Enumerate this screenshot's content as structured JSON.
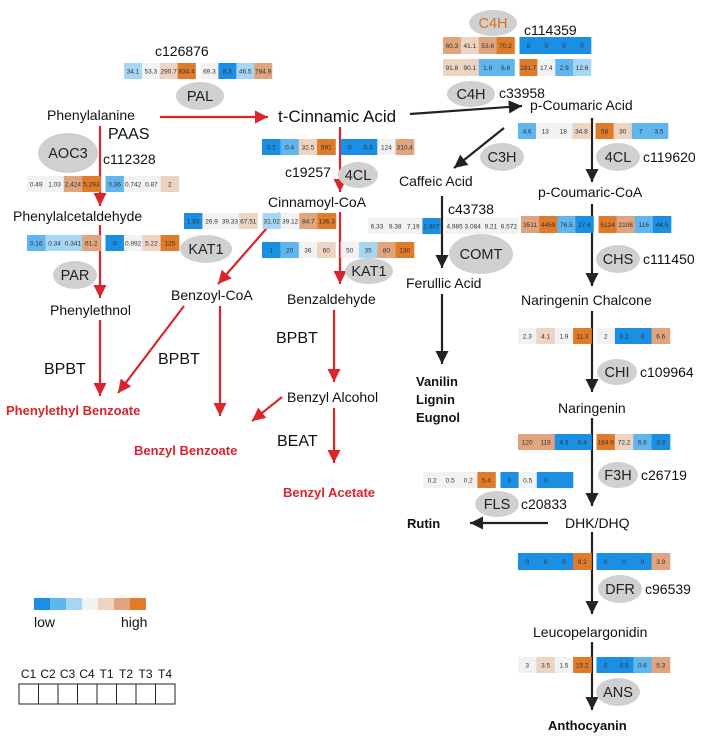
{
  "compounds": {
    "phenylalanine": "Phenylalanine",
    "t_cinnamic": "t-Cinnamic Acid",
    "p_coumaric": "p-Coumaric Acid",
    "caffeic": "Caffeic Acid",
    "p_coumaroyl_coa": "p-Coumaric-CoA",
    "phenylacetaldehyde": "Phenylalcetaldehyde",
    "cinnamoyl_coa": "Cinnamoyl-CoA",
    "benzoyl_coa": "Benzoyl-CoA",
    "benzaldehyde": "Benzaldehyde",
    "phenylethanol": "Phenylethnol",
    "ferulic": "Ferullic Acid",
    "naringenin_chalcone": "Naringenin Chalcone",
    "naringenin": "Naringenin",
    "benzyl_alcohol": "Benzyl Alcohol",
    "dhk": "DHK/DHQ",
    "leucopelargonidin": "Leucopelargonidin"
  },
  "products": {
    "phenylethyl_benzoate": "Phenylethyl Benzoate",
    "benzyl_benzoate": "Benzyl Benzoate",
    "benzyl_acetate": "Benzyl Acetate",
    "vanillin": "Vanilin",
    "lignin": "Lignin",
    "eugenol": "Eugnol",
    "rutin": "Rutin",
    "anthocyanin": "Anthocyanin"
  },
  "labels": {
    "paas": "PAAS",
    "bpbt1": "BPBT",
    "bpbt2": "BPBT",
    "bpbt3": "BPBT",
    "beat": "BEAT"
  },
  "enzymes": {
    "pal": "PAL",
    "c4h_top": "C4H",
    "c4h": "C4H",
    "aoc3": "AOC3",
    "c3h": "C3H",
    "fourcl_a": "4CL",
    "fourcl_b": "4CL",
    "kat1_a": "KAT1",
    "kat1_b": "KAT1",
    "comt": "COMT",
    "chs": "CHS",
    "par": "PAR",
    "chi": "CHI",
    "f3h": "F3H",
    "fls": "FLS",
    "dfr": "DFR",
    "ans": "ANS"
  },
  "genes": {
    "c126876": "c126876",
    "c114359": "c114359",
    "c33958": "c33958",
    "c112328": "c112328",
    "c119620": "c119620",
    "c19257": "c19257",
    "c43738": "c43738",
    "c111450": "c111450",
    "c109964": "c109964",
    "c26719": "c26719",
    "c20833": "c20833",
    "c96539": "c96539"
  },
  "heatmaps": {
    "pal": [
      "34.1",
      "53.3",
      "290.7",
      "834.4",
      "",
      "69.3",
      "8.3",
      "46.5",
      "784.9"
    ],
    "c4h_a": [
      "60.3",
      "41.1",
      "53.6",
      "70.2",
      "",
      "0",
      "0",
      "0",
      "0"
    ],
    "c4h_b": [
      "91.8",
      "90.1",
      "1.8",
      "6.6",
      "",
      "281.7",
      "17.4",
      "2.9",
      "12.6"
    ],
    "aoc3": [
      "0.49",
      "1.03",
      "2.424",
      "5.293",
      "",
      "0.36",
      "0.742",
      "0.87",
      "2"
    ],
    "c3h": [
      "4.6",
      "13",
      "18",
      "34.8",
      "",
      "58",
      "30",
      "7",
      "3.5"
    ],
    "fourcl_a": [
      "0.2",
      "0.4",
      "32.5",
      "591",
      "",
      "0",
      "0.3",
      "124",
      "310.4"
    ],
    "par": [
      "0.16",
      "0.34",
      "0.341",
      "61.2",
      "",
      "0",
      "0.992",
      "5.22",
      "125"
    ],
    "kat1_a": [
      "1.83",
      "26.9",
      "39.33",
      "67.51",
      "",
      "31.02",
      "39.12",
      "84.7",
      "136.3"
    ],
    "comt": [
      "6.33",
      "9.38",
      "7.19",
      "1.307",
      "",
      "4.985",
      "3.084",
      "9.21",
      "6.572"
    ],
    "fourcl_b": [
      "3511",
      "4459",
      "76.5",
      "17.6",
      "",
      "5124",
      "2106",
      "116",
      "44.5"
    ],
    "kat1_b": [
      "1",
      "20",
      "36",
      "60",
      "",
      "50",
      "35",
      "80",
      "130"
    ],
    "chs": [
      "2.3",
      "4.1",
      "1.9",
      "11.3",
      "",
      "2",
      "0.2",
      "0",
      "6.6"
    ],
    "chi": [
      "120",
      "119",
      "4.3",
      "0.4",
      "",
      "184.9",
      "72.2",
      "6.6",
      "3.3"
    ],
    "fls": [
      "0.2",
      "0.5",
      "0.2",
      "5.4",
      "",
      "0",
      "0.5",
      "0",
      ""
    ],
    "dfr": [
      "0",
      "0",
      "0",
      "9.2",
      "",
      "0",
      "0",
      "0",
      "3.9"
    ],
    "ans": [
      "3",
      "3.5",
      "1.5",
      "15.2",
      "",
      "0",
      "0.5",
      "0.6",
      "5.3"
    ]
  },
  "colors": {
    "arrow_red": "#d9252b",
    "arrow_black": "#222222",
    "enzyme_fill": "#d0d0d0",
    "c4h_orange": "#e26d1c",
    "scale": [
      "#1a8fe3",
      "#5fb6ee",
      "#a6d6f3",
      "#f2f2f2",
      "#ecd3c2",
      "#e0a57e",
      "#e07b2a"
    ]
  },
  "legend": {
    "low": "low",
    "high": "high",
    "samples": [
      "C1",
      "C2",
      "C3",
      "C4",
      "T1",
      "T2",
      "T3",
      "T4"
    ]
  }
}
